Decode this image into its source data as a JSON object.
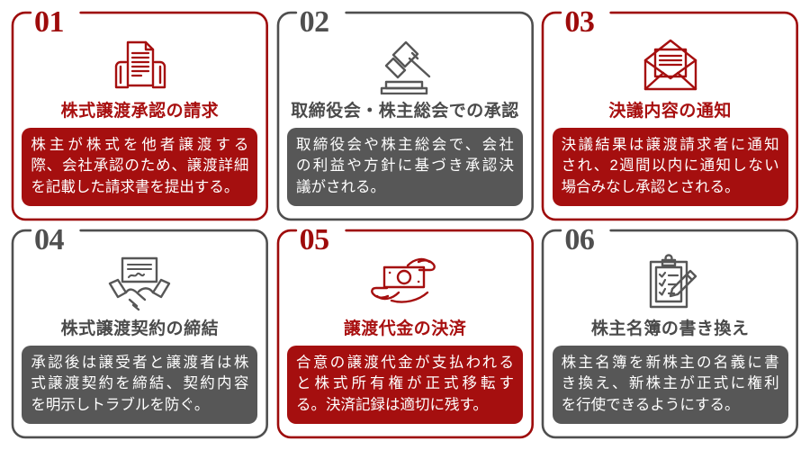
{
  "theme": {
    "red": "#A50F0F",
    "red_dark": "#9E0B0B",
    "gray": "#575757",
    "gray_dark": "#4F4F4F",
    "background": "#FFFFFF"
  },
  "cards": [
    {
      "number": "01",
      "color": "red",
      "icon": "document-in-hands-icon",
      "title": "株式譲渡承認の請求",
      "body_lines": [
        "株主が株式を他者譲渡する",
        "際、会社承認のため、譲渡詳細",
        "を記載した請求書を提出する。"
      ],
      "body": "株主が株式を他者譲渡する際、会社承認のため、譲渡詳細を記載した請求書を提出する。"
    },
    {
      "number": "02",
      "color": "gray",
      "icon": "gavel-icon",
      "title": "取締役会・株主総会での承認",
      "body_lines": [
        "取締役会や株主総会で、会社",
        "の利益や方針に基づき承認決",
        "議がされる。"
      ],
      "body": "取締役会や株主総会で、会社の利益や方針に基づき承認決議がされる。"
    },
    {
      "number": "03",
      "color": "red",
      "icon": "open-envelope-icon",
      "title": "決議内容の通知",
      "body_lines": [
        "決議結果は譲渡請求者に通知",
        "され、2週間以内に通知しない",
        "場合みなし承認とされる。"
      ],
      "body": "決議結果は譲渡請求者に通知され、2週間以内に通知しない場合みなし承認とされる。"
    },
    {
      "number": "04",
      "color": "gray",
      "icon": "handshake-contract-icon",
      "title": "株式譲渡契約の締結",
      "body_lines": [
        "承認後は譲受者と譲渡者は株",
        "式譲渡契約を締結、契約内容",
        "を明示しトラブルを防ぐ。"
      ],
      "body": "承認後は譲受者と譲渡者は株式譲渡契約を締結、契約内容を明示しトラブルを防ぐ。"
    },
    {
      "number": "05",
      "color": "red",
      "icon": "cash-in-hands-icon",
      "title": "譲渡代金の決済",
      "body_lines": [
        "合意の譲渡代金が支払われる",
        "と株式所有権が正式移転す",
        "る。決済記録は適切に残す。"
      ],
      "body": "合意の譲渡代金が支払われると株式所有権が正式移転する。決済記録は適切に残す。"
    },
    {
      "number": "06",
      "color": "gray",
      "icon": "clipboard-pencil-icon",
      "title": "株主名簿の書き換え",
      "body_lines": [
        "株主名簿を新株主の名義に書",
        "き換え、新株主が正式に権利",
        "を行使できるようにする。"
      ],
      "body": "株主名簿を新株主の名義に書き換え、新株主が正式に権利を行使できるようにする。"
    }
  ]
}
